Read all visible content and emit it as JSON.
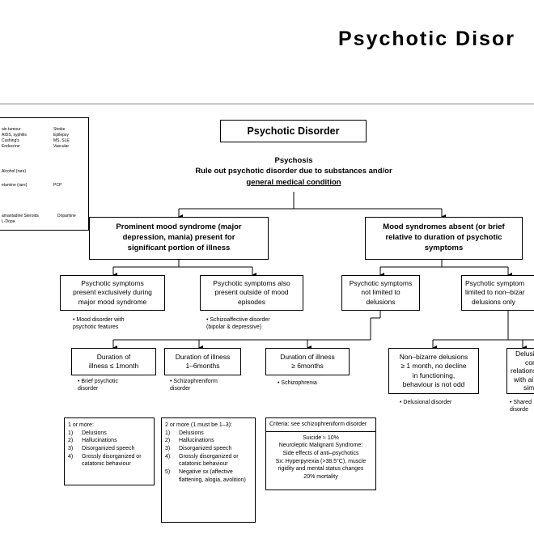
{
  "title": "Psychotic Disor",
  "side_panel": {
    "rows": [
      {
        "left": "ain tumour",
        "right": "Stroke"
      },
      {
        "left": "AIDS, syphilis",
        "right": "Epilepsy"
      },
      {
        "left": "Cushing's",
        "right": "MS, SLE"
      },
      {
        "left": "Endocrine",
        "right": "Vascular"
      },
      {
        "left": "Alcohol (rare)",
        "right": ""
      },
      {
        "left": "etamine (rare)",
        "right": "PCP"
      },
      {
        "left": "amantadine Steroids",
        "right": "Dopamine"
      },
      {
        "left": "L-Dopa",
        "right": ""
      }
    ]
  },
  "root": {
    "label": "Psychotic Disorder",
    "sub1": "Psychosis",
    "sub2": "Rule out psychotic disorder due to substances and/or",
    "sub3": "general medical condition"
  },
  "mood_present": {
    "lines": [
      "Prominent mood syndrome (major",
      "depression, mania) present for",
      "significant portion of illness"
    ]
  },
  "mood_absent": {
    "lines": [
      "Mood syndromes absent (or brief",
      "relative to duration of psychotic",
      "symptoms"
    ]
  },
  "l3": {
    "a": {
      "lines": [
        "Psychotic symptoms",
        "present exclusively during",
        "major mood syndrome"
      ],
      "note": [
        "• Mood disorder with",
        "psychotic features"
      ]
    },
    "b": {
      "lines": [
        "Psychotic symptoms also",
        "present outside of mood",
        "episodes"
      ],
      "note": [
        "• Schizoaffective disorder",
        "(bipolar & depressive)"
      ]
    },
    "c": {
      "lines": [
        "Psychotic symptoms",
        "not limited to",
        "delusions"
      ]
    },
    "d": {
      "lines": [
        "Psychotic symptom",
        "limited to non–bizar",
        "delusions only"
      ]
    }
  },
  "l4": {
    "a": {
      "lines": [
        "Duration of",
        "illness ≤ 1month"
      ],
      "note": [
        "• Brief psychotic",
        "disorder"
      ]
    },
    "b": {
      "lines": [
        "Duration of illness",
        "1–6months"
      ],
      "note": [
        "• Schizophreniform",
        "disorder"
      ]
    },
    "c": {
      "lines": [
        "Duration of illness",
        "≥ 6months"
      ],
      "note": [
        "• Schizophrenia"
      ]
    },
    "d": {
      "lines": [
        "Non–bizarre delusions",
        "≥ 1 month, no decline",
        "in functioning,",
        "behaviour is not odd"
      ],
      "note": [
        "• Delusional disorder"
      ]
    },
    "e": {
      "lines": [
        "Delusio",
        "com",
        "relations",
        "with ai",
        "simi"
      ],
      "note": [
        "• Shared",
        "disorde"
      ]
    }
  },
  "criteria_brief": {
    "header": "1 or more:",
    "items": [
      {
        "n": "1)",
        "t": "Delusions"
      },
      {
        "n": "2)",
        "t": "Hallucinations"
      },
      {
        "n": "3)",
        "t": "Disorganized speech"
      },
      {
        "n": "4)",
        "t": "Grossly disorganized or catatonic behaviour"
      }
    ]
  },
  "criteria_schizophreniform": {
    "header": "2 or more (1 must be 1–3):",
    "items": [
      {
        "n": "1)",
        "t": "Delusions"
      },
      {
        "n": "2)",
        "t": "Hallucinations"
      },
      {
        "n": "3)",
        "t": "Disorganized speech"
      },
      {
        "n": "4)",
        "t": "Grossly disorganized or catatonic behaviour"
      },
      {
        "n": "5)",
        "t": "Negative sx (affective flattening, alogia, avolition)"
      }
    ]
  },
  "criteria_schizophrenia": {
    "header": "Criteria: see schizophreniform disorder",
    "suicide": "Suicide ≈ 10%",
    "nms1": "Neuroleptic Malignant Syndrome:",
    "nms2": "Side effects of anti–psychotics",
    "nms3": "Sx: Hyperpyrexia (>38.5°C), muscle",
    "nms4": "rigidity and mental status changes",
    "nms5": "20% mortality"
  }
}
